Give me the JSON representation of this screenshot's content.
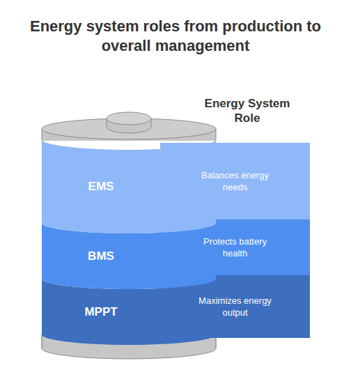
{
  "diagram": {
    "title": "Energy system roles from production to overall management",
    "nodes": [
      {
        "text": [
          "EMS",
          "Balances energy needs"
        ]
      },
      {
        "text": [
          "BMS",
          "Protects battery health"
        ]
      },
      {
        "text": [
          "MPPT",
          "Maximizes energy output"
        ]
      }
    ],
    "labels": [
      "Energy System Role"
    ]
  }
}
